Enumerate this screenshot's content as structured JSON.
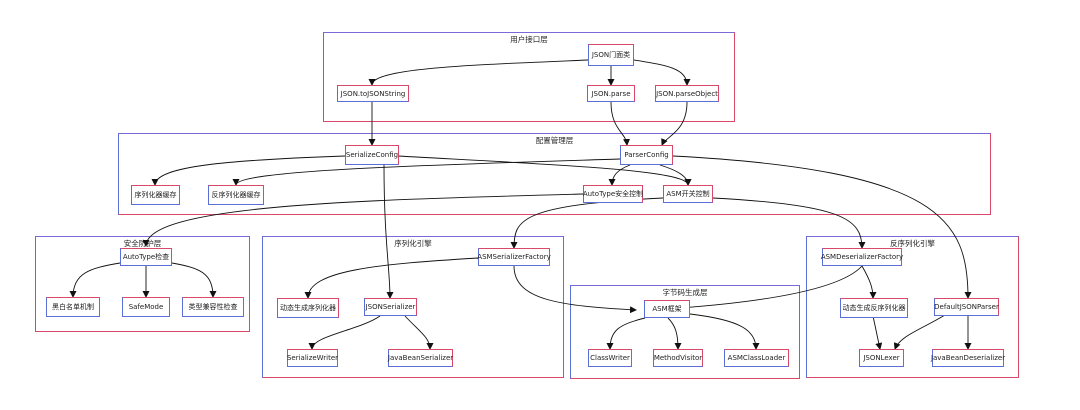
{
  "groups": {
    "user_api": "用户接口层",
    "config": "配置管理层",
    "security": "安全防护层",
    "serialize": "序列化引擎",
    "bytecode": "字节码生成层",
    "deserialize": "反序列化引擎"
  },
  "nodes": {
    "json_facade": "JSON门面类",
    "to_json_string": "JSON.toJSONString",
    "json_parse": "JSON.parse",
    "parse_object": "JSON.parseObject",
    "serialize_config": "SerializeConfig",
    "parser_config": "ParserConfig",
    "serializer_cache": "序列化器缓存",
    "deserializer_cache": "反序列化器缓存",
    "autotype_control": "AutoType安全控制",
    "asm_switch": "ASM开关控制",
    "autotype_check": "AutoType检查",
    "black_white_list": "黑白名单机制",
    "safemode": "SafeMode",
    "type_compat_check": "类型兼容性检查",
    "asm_serializer_factory": "ASMSerializerFactory",
    "dynamic_serializer": "动态生成序列化器",
    "json_serializer": "JSONSerializer",
    "serialize_writer": "SerializeWriter",
    "javabean_serializer": "JavaBeanSerializer",
    "asm_framework": "ASM框架",
    "class_writer": "ClassWriter",
    "method_visitor": "MethodVisitor",
    "asm_class_loader": "ASMClassLoader",
    "asm_deserializer_factory": "ASMDeserializerFactory",
    "dynamic_deserializer": "动态生成反序列化器",
    "default_json_parser": "DefaultJSONParser",
    "json_lexer": "JSONLexer",
    "javabean_deserializer": "JavaBeanDeserializer"
  }
}
